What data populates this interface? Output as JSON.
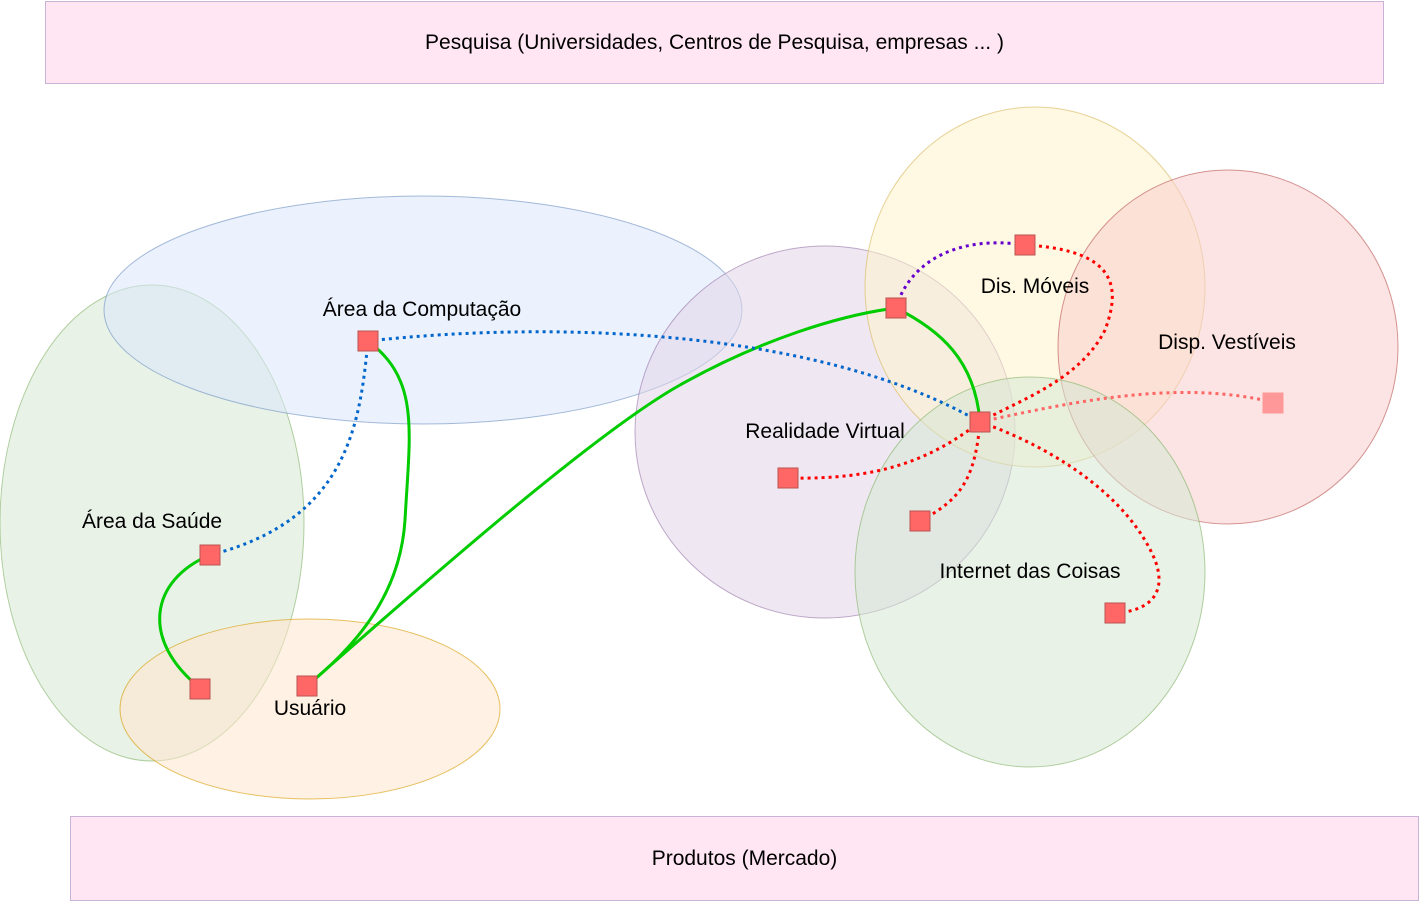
{
  "bands": {
    "research": "Pesquisa (Universidades, Centros de Pesquisa, empresas ... )",
    "products": "Produtos (Mercado)"
  },
  "labels": {
    "computacao": "Área da Computação",
    "saude": "Área da Saúde",
    "usuario": "Usuário",
    "realidade": "Realidade Virtual",
    "moveis": "Dis. Móveis",
    "vestiveis": "Disp. Vestíveis",
    "iot": "Internet das Coisas"
  },
  "colors": {
    "band_fill": "#ffe6f2",
    "computacao": "#dae8fc",
    "saude": "#d5e8d4",
    "usuario": "#ffe6cc",
    "realidade": "#e1d5e7",
    "moveis": "#fff2cc",
    "vestiveis": "#f8cecc",
    "iot": "#d5e8d4",
    "node": "#ff6666",
    "link_green": "#00cc00",
    "link_blue": "#0066cc",
    "link_red": "#ff0000",
    "link_purple": "#6600cc"
  }
}
